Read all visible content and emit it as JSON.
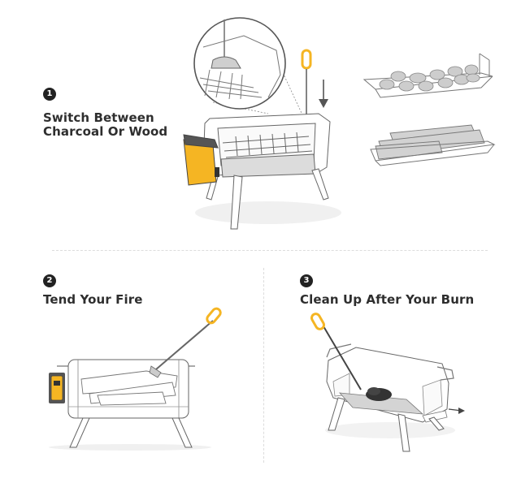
{
  "steps": [
    {
      "number": "1",
      "title_line1": "Switch Between",
      "title_line2": "Charcoal Or Wood"
    },
    {
      "number": "2",
      "title": "Tend Your Fire"
    },
    {
      "number": "3",
      "title": "Clean Up After Your Burn"
    }
  ],
  "colors": {
    "accent_yellow": "#f5b523",
    "dark_grey": "#555555",
    "line_grey": "#5a5a5a",
    "fill_grey": "#d8d8d8",
    "badge": "#222222"
  },
  "illustrations": {
    "step1_main": "fire-pit-with-grate-and-poker",
    "step1_detail": "magnified-grate-hook-callout",
    "step1_options": [
      "charcoal-on-grate",
      "wood-logs-on-grate"
    ],
    "step2_main": "fire-pit-side-view-with-logs-and-poker",
    "step3_main": "fire-pit-ash-tray-sliding-out"
  }
}
